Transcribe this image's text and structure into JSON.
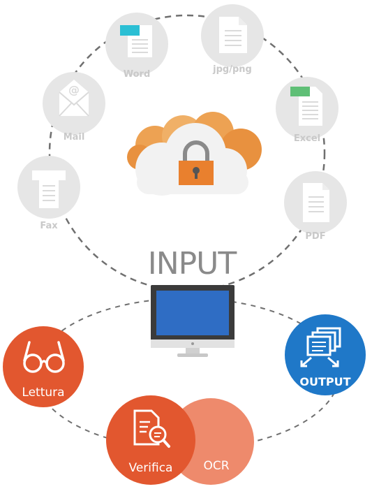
{
  "diagram": {
    "center_title": "INPUT",
    "input_sources": [
      {
        "label": "Word",
        "icon": "word-document-icon"
      },
      {
        "label": "jpg/png",
        "icon": "image-file-icon"
      },
      {
        "label": "Excel",
        "icon": "excel-document-icon"
      },
      {
        "label": "PDF",
        "icon": "pdf-document-icon"
      },
      {
        "label": "Fax",
        "icon": "fax-icon"
      },
      {
        "label": "Mail",
        "icon": "mail-icon"
      }
    ],
    "center_icon": "cloud-lock-icon",
    "monitor_icon": "monitor-icon",
    "steps": [
      {
        "label": "Lettura",
        "icon": "glasses-icon"
      },
      {
        "label": "Verifica",
        "icon": "document-search-icon"
      },
      {
        "label": "OCR",
        "icon": ""
      },
      {
        "label": "OUTPUT",
        "icon": "output-documents-icon"
      }
    ],
    "colors": {
      "grey_circle": "#e6e6e6",
      "grey_icon": "#ffffff",
      "grey_label": "#c9c9c9",
      "dash": "#6f6f6f",
      "orange": "#e2572f",
      "ocr_light": "#ee8a6c",
      "blue": "#1f78c8",
      "cloud_orange": "#eda253",
      "lock": "#e9802e",
      "screen": "#2f6dc4",
      "word_accent": "#2bbfd4",
      "excel_accent": "#5fbf76"
    }
  }
}
